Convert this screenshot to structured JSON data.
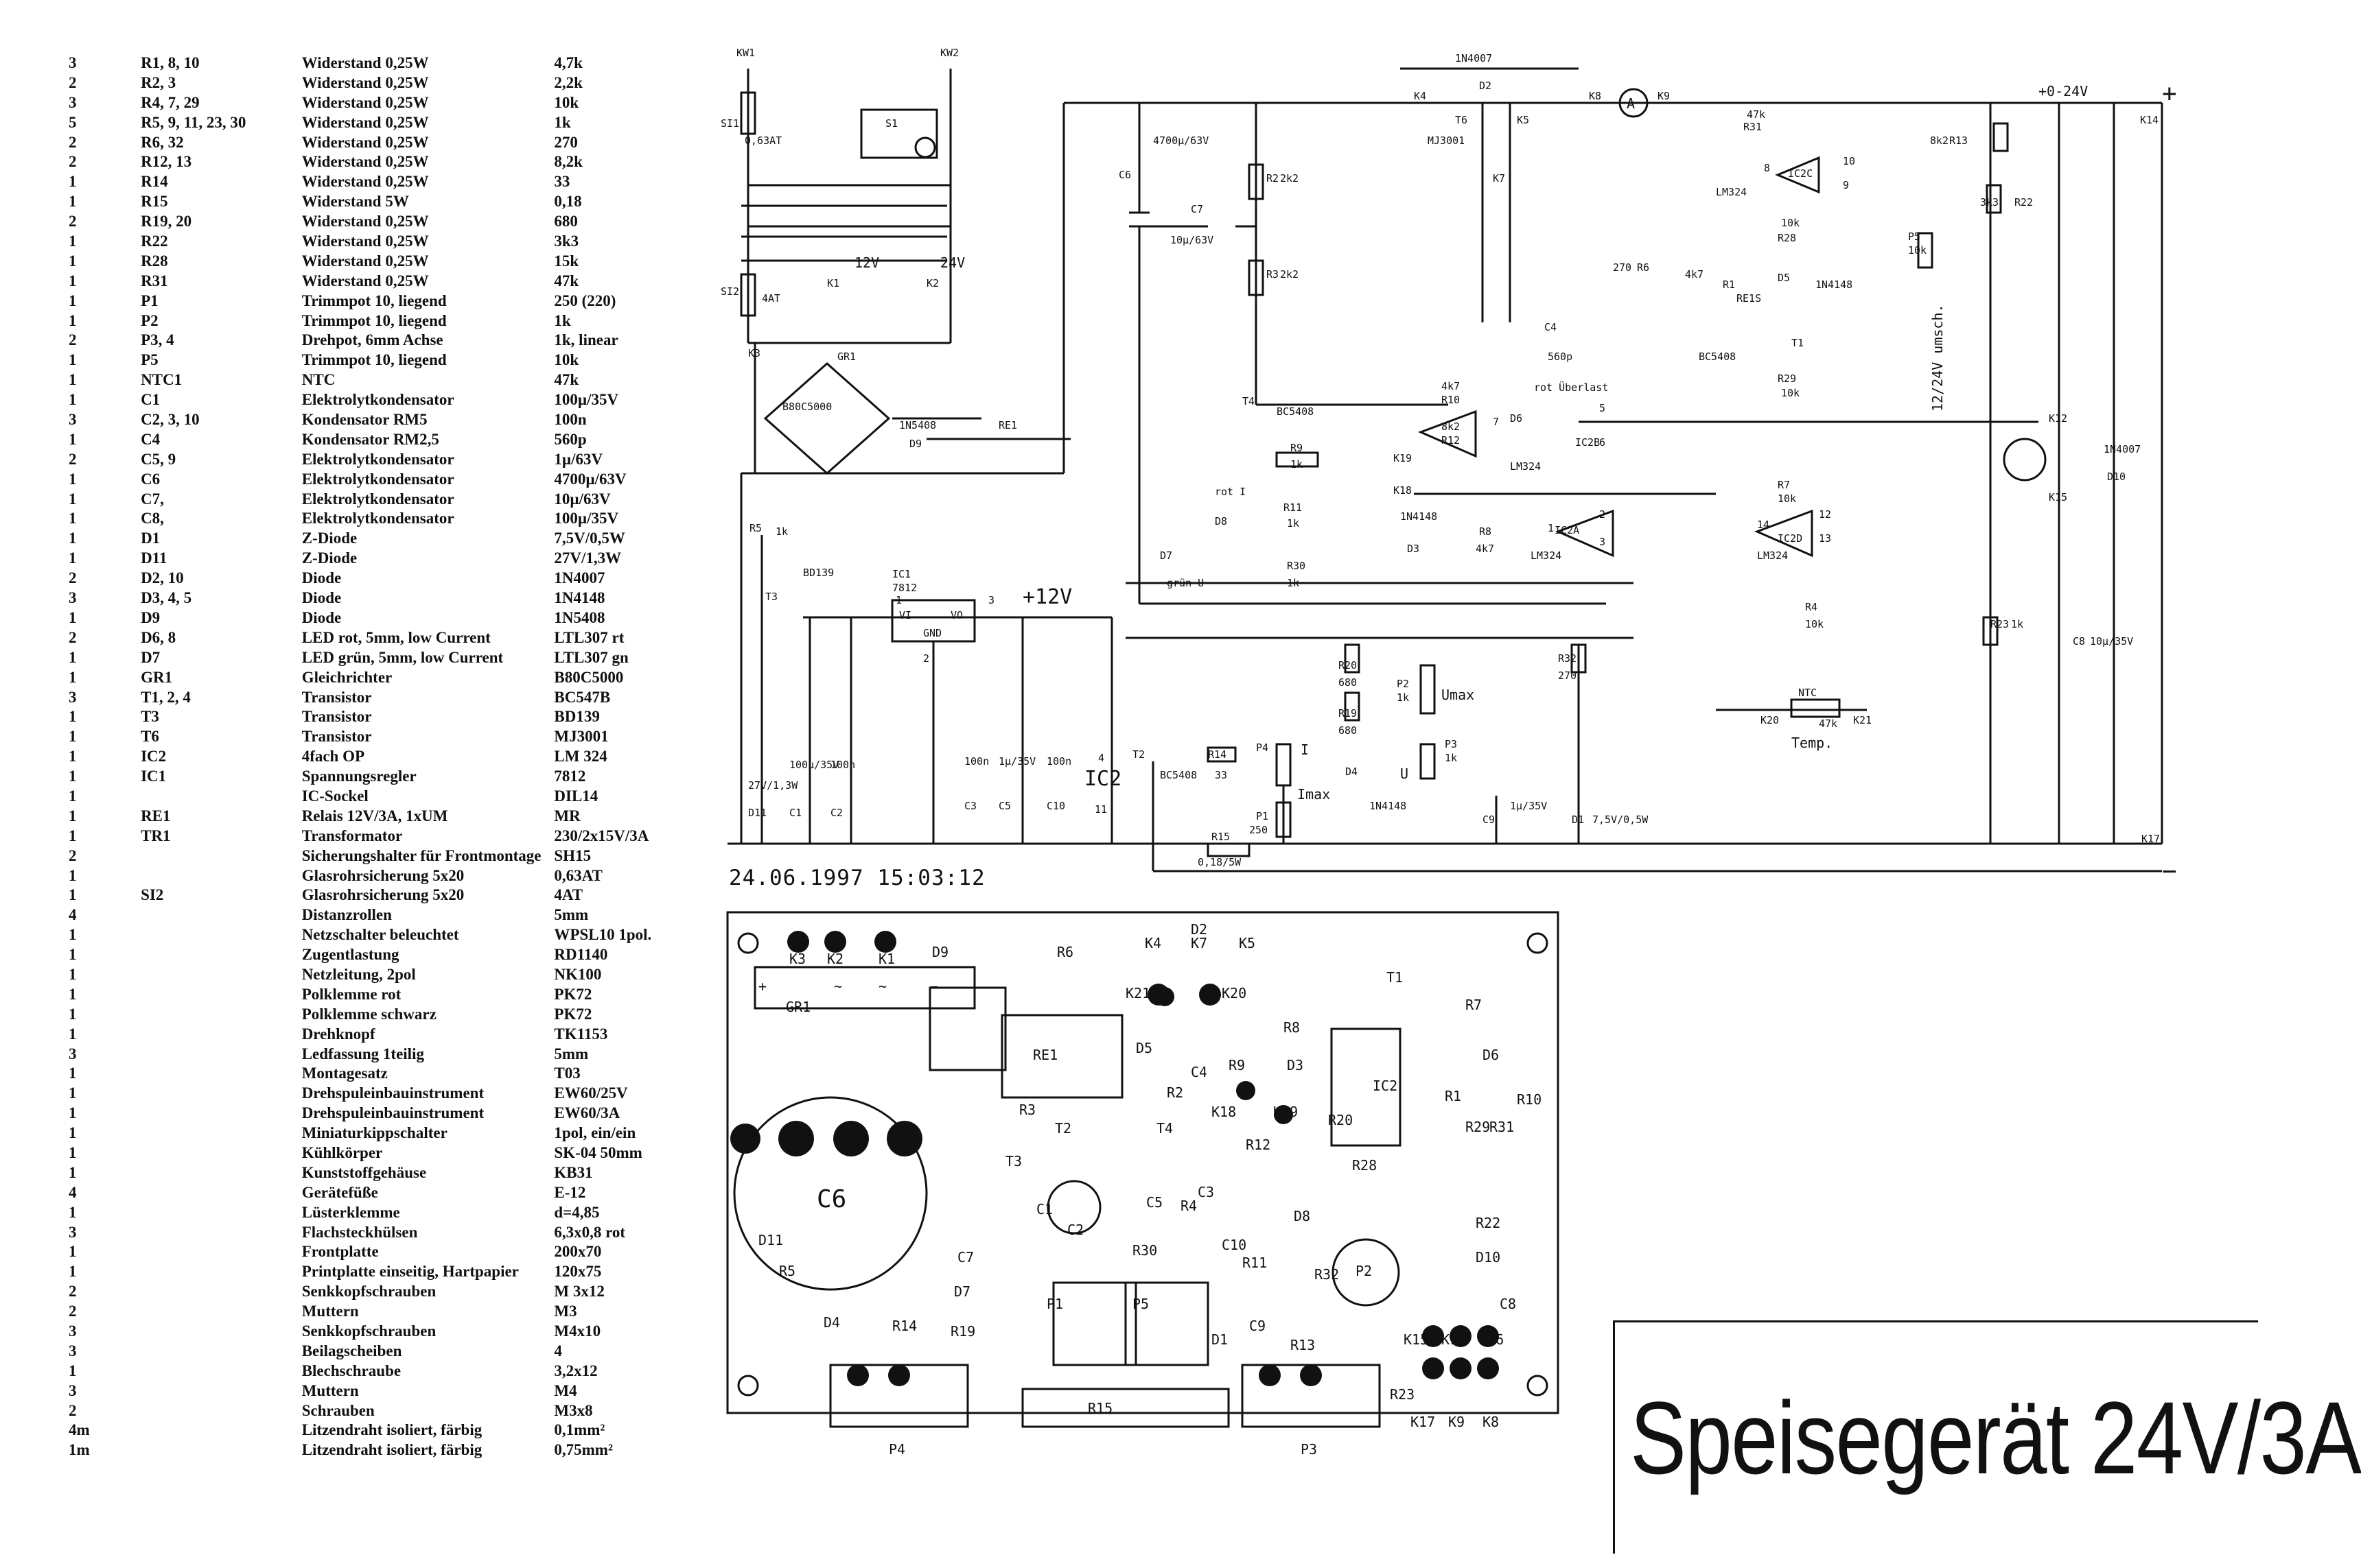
{
  "title": "Speisegerät 24V/3A",
  "timestamp": "24.06.1997 15:03:12",
  "parts_list": [
    {
      "qty": "3",
      "ref": "R1, 8, 10",
      "desc": "Widerstand 0,25W",
      "val": "4,7k"
    },
    {
      "qty": "2",
      "ref": "R2, 3",
      "desc": "Widerstand 0,25W",
      "val": "2,2k"
    },
    {
      "qty": "3",
      "ref": "R4, 7, 29",
      "desc": "Widerstand 0,25W",
      "val": "10k"
    },
    {
      "qty": "5",
      "ref": "R5, 9, 11, 23, 30",
      "desc": "Widerstand 0,25W",
      "val": "1k"
    },
    {
      "qty": "2",
      "ref": "R6, 32",
      "desc": "Widerstand 0,25W",
      "val": "270"
    },
    {
      "qty": "2",
      "ref": "R12, 13",
      "desc": "Widerstand 0,25W",
      "val": "8,2k"
    },
    {
      "qty": "1",
      "ref": "R14",
      "desc": "Widerstand 0,25W",
      "val": "33"
    },
    {
      "qty": "1",
      "ref": "R15",
      "desc": "Widerstand 5W",
      "val": "0,18"
    },
    {
      "qty": "2",
      "ref": "R19, 20",
      "desc": "Widerstand 0,25W",
      "val": "680"
    },
    {
      "qty": "1",
      "ref": "R22",
      "desc": "Widerstand 0,25W",
      "val": "3k3"
    },
    {
      "qty": "1",
      "ref": "R28",
      "desc": "Widerstand 0,25W",
      "val": "15k"
    },
    {
      "qty": "1",
      "ref": "R31",
      "desc": "Widerstand 0,25W",
      "val": "47k"
    },
    {
      "qty": "1",
      "ref": "P1",
      "desc": "Trimmpot 10, liegend",
      "val": "250 (220)"
    },
    {
      "qty": "1",
      "ref": "P2",
      "desc": "Trimmpot 10, liegend",
      "val": "1k"
    },
    {
      "qty": "2",
      "ref": "P3, 4",
      "desc": "Drehpot, 6mm Achse",
      "val": "1k, linear"
    },
    {
      "qty": "1",
      "ref": "P5",
      "desc": "Trimmpot 10, liegend",
      "val": "10k"
    },
    {
      "qty": "1",
      "ref": "NTC1",
      "desc": "NTC",
      "val": "47k"
    },
    {
      "qty": "1",
      "ref": "C1",
      "desc": "Elektrolytkondensator",
      "val": "100µ/35V"
    },
    {
      "qty": "3",
      "ref": "C2, 3, 10",
      "desc": "Kondensator RM5",
      "val": "100n"
    },
    {
      "qty": "1",
      "ref": "C4",
      "desc": "Kondensator RM2,5",
      "val": "560p"
    },
    {
      "qty": "2",
      "ref": "C5, 9",
      "desc": "Elektrolytkondensator",
      "val": "1µ/63V"
    },
    {
      "qty": "1",
      "ref": "C6",
      "desc": "Elektrolytkondensator",
      "val": "4700µ/63V"
    },
    {
      "qty": "1",
      "ref": "C7,",
      "desc": "Elektrolytkondensator",
      "val": "10µ/63V"
    },
    {
      "qty": "1",
      "ref": "C8,",
      "desc": "Elektrolytkondensator",
      "val": "100µ/35V"
    },
    {
      "qty": "1",
      "ref": "D1",
      "desc": "Z-Diode",
      "val": "7,5V/0,5W"
    },
    {
      "qty": "1",
      "ref": "D11",
      "desc": "Z-Diode",
      "val": "27V/1,3W"
    },
    {
      "qty": "2",
      "ref": "D2, 10",
      "desc": "Diode",
      "val": "1N4007"
    },
    {
      "qty": "3",
      "ref": "D3, 4, 5",
      "desc": "Diode",
      "val": "1N4148"
    },
    {
      "qty": "1",
      "ref": "D9",
      "desc": "Diode",
      "val": "1N5408"
    },
    {
      "qty": "2",
      "ref": "D6, 8",
      "desc": "LED rot, 5mm, low Current",
      "val": "LTL307 rt"
    },
    {
      "qty": "1",
      "ref": "D7",
      "desc": "LED grün, 5mm, low Current",
      "val": "LTL307 gn"
    },
    {
      "qty": "1",
      "ref": "GR1",
      "desc": "Gleichrichter",
      "val": "B80C5000"
    },
    {
      "qty": "3",
      "ref": "T1, 2, 4",
      "desc": "Transistor",
      "val": "BC547B"
    },
    {
      "qty": "1",
      "ref": "T3",
      "desc": "Transistor",
      "val": "BD139"
    },
    {
      "qty": "1",
      "ref": "T6",
      "desc": "Transistor",
      "val": "MJ3001"
    },
    {
      "qty": "1",
      "ref": "IC2",
      "desc": "4fach OP",
      "val": "LM 324"
    },
    {
      "qty": "1",
      "ref": "IC1",
      "desc": "Spannungsregler",
      "val": "7812"
    },
    {
      "qty": "1",
      "ref": "",
      "desc": "IC-Sockel",
      "val": "DIL14"
    },
    {
      "qty": "1",
      "ref": "RE1",
      "desc": "Relais 12V/3A, 1xUM",
      "val": "MR"
    },
    {
      "qty": "1",
      "ref": "TR1",
      "desc": "Transformator",
      "val": "230/2x15V/3A"
    },
    {
      "qty": "2",
      "ref": "",
      "desc": "Sicherungshalter für Frontmontage",
      "val": "SH15"
    },
    {
      "qty": "1",
      "ref": "",
      "desc": "Glasrohrsicherung 5x20",
      "val": "0,63AT"
    },
    {
      "qty": "1",
      "ref": "SI2",
      "desc": "Glasrohrsicherung 5x20",
      "val": "4AT"
    },
    {
      "qty": "4",
      "ref": "",
      "desc": "Distanzrollen",
      "val": "5mm"
    },
    {
      "qty": "1",
      "ref": "",
      "desc": "Netzschalter beleuchtet",
      "val": "WPSL10 1pol."
    },
    {
      "qty": "1",
      "ref": "",
      "desc": "Zugentlastung",
      "val": "RD1140"
    },
    {
      "qty": "1",
      "ref": "",
      "desc": "Netzleitung, 2pol",
      "val": "NK100"
    },
    {
      "qty": "1",
      "ref": "",
      "desc": "Polklemme rot",
      "val": "PK72"
    },
    {
      "qty": "1",
      "ref": "",
      "desc": "Polklemme schwarz",
      "val": "PK72"
    },
    {
      "qty": "1",
      "ref": "",
      "desc": "Drehknopf",
      "val": "TK1153"
    },
    {
      "qty": "3",
      "ref": "",
      "desc": "Ledfassung 1teilig",
      "val": "5mm"
    },
    {
      "qty": "1",
      "ref": "",
      "desc": "Montagesatz",
      "val": "T03"
    },
    {
      "qty": "1",
      "ref": "",
      "desc": "Drehspuleinbauinstrument",
      "val": "EW60/25V"
    },
    {
      "qty": "1",
      "ref": "",
      "desc": "Drehspuleinbauinstrument",
      "val": "EW60/3A"
    },
    {
      "qty": "1",
      "ref": "",
      "desc": "Miniaturkippschalter",
      "val": "1pol, ein/ein"
    },
    {
      "qty": "1",
      "ref": "",
      "desc": "Kühlkörper",
      "val": "SK-04 50mm"
    },
    {
      "qty": "1",
      "ref": "",
      "desc": "Kunststoffgehäuse",
      "val": "KB31"
    },
    {
      "qty": "4",
      "ref": "",
      "desc": "Gerätefüße",
      "val": "E-12"
    },
    {
      "qty": "1",
      "ref": "",
      "desc": "Lüsterklemme",
      "val": "d=4,85"
    },
    {
      "qty": "3",
      "ref": "",
      "desc": "Flachsteckhülsen",
      "val": "6,3x0,8 rot"
    },
    {
      "qty": "1",
      "ref": "",
      "desc": "Frontplatte",
      "val": "200x70"
    },
    {
      "qty": "1",
      "ref": "",
      "desc": "Printplatte einseitig, Hartpapier",
      "val": "120x75"
    },
    {
      "qty": "2",
      "ref": "",
      "desc": "Senkkopfschrauben",
      "val": "M 3x12"
    },
    {
      "qty": "2",
      "ref": "",
      "desc": "Muttern",
      "val": "M3"
    },
    {
      "qty": "3",
      "ref": "",
      "desc": "Senkkopfschrauben",
      "val": "M4x10"
    },
    {
      "qty": "3",
      "ref": "",
      "desc": "Beilagscheiben",
      "val": "4"
    },
    {
      "qty": "1",
      "ref": "",
      "desc": "Blechschraube",
      "val": "3,2x12"
    },
    {
      "qty": "3",
      "ref": "",
      "desc": "Muttern",
      "val": "M4"
    },
    {
      "qty": "2",
      "ref": "",
      "desc": "Schrauben",
      "val": "M3x8"
    },
    {
      "qty": "4m",
      "ref": "",
      "desc": "Litzendraht isoliert, färbig",
      "val": "0,1mm²"
    },
    {
      "qty": "1m",
      "ref": "",
      "desc": "Litzendraht isoliert, färbig",
      "val": "0,75mm²"
    }
  ],
  "schematic_labels": {
    "kw1": "KW1",
    "kw2": "KW2",
    "si1": "SI1",
    "si1v": "0,63AT",
    "s1": "S1",
    "si2": "SI2",
    "si2v": "4AT",
    "k1": "K1",
    "k2": "K2",
    "k3": "K3",
    "v12": "12V",
    "v24": "24V",
    "gr1": "GR1",
    "gr1v": "B80C5000",
    "d9": "D9",
    "d9v": "1N5408",
    "re1": "RE1",
    "k4": "K4",
    "k5": "K5",
    "t6": "T6",
    "t6v": "MJ3001",
    "d2": "D2",
    "d2v": "1N4007",
    "k7": "K7",
    "k8": "K8",
    "k9": "K9",
    "amm": "A",
    "vout": "+0-24V",
    "plus": "+",
    "minus": "−",
    "k14": "K14",
    "k17": "K17",
    "c6": "C6",
    "c6v": "4700µ/63V",
    "c7": "C7",
    "c7v": "10µ/63V",
    "r2": "R2",
    "r2v": "2k2",
    "r3": "R3",
    "r3v": "2k2",
    "r31": "R31",
    "r31v": "47k",
    "ic2c": "IC2C",
    "lm324": "LM324",
    "r28": "R28",
    "r28v": "10k",
    "re1s": "RE1S",
    "d5": "D5",
    "d5v": "1N4148",
    "t1": "T1",
    "t1v": "BC5408",
    "r29": "R29",
    "r29v": "10k",
    "r1": "R1",
    "r1v": "4k7",
    "r6": "R6",
    "r6v": "270",
    "r13": "R13",
    "r13v": "8k2",
    "r22": "R22",
    "r22v": "3k3",
    "p5": "P5",
    "p5v": "10k",
    "umsch": "12/24V umsch.",
    "c4": "C4",
    "c4v": "560p",
    "t4": "T4",
    "t4v": "BC5408",
    "r10": "R10",
    "r10v": "4k7",
    "ueb": "rot Überlast",
    "d6": "D6",
    "ic2b": "IC2B",
    "r12": "R12",
    "r12v": "8k2",
    "r9": "R9",
    "r9v": "1k",
    "k18": "K18",
    "k19": "K19",
    "d8": "D8",
    "roti": "rot I",
    "r11": "R11",
    "r11v": "1k",
    "d3": "D3",
    "d3v": "1N4148",
    "r8": "R8",
    "r8v": "4k7",
    "ic2a": "IC2A",
    "r7": "R7",
    "r7v": "10k",
    "ic2d": "IC2D",
    "d7": "D7",
    "grunu": "grün U",
    "r30": "R30",
    "r30v": "1k",
    "k12": "K12",
    "k15": "K15",
    "d10": "D10",
    "d10v": "1N4007",
    "r4": "R4",
    "r4v": "10k",
    "r5": "R5",
    "r5v": "1k",
    "t3": "T3",
    "t3v": "BD139",
    "ic1": "IC1",
    "ic1v": "7812",
    "vi": "VI",
    "vo": "VO",
    "gnd": "GND",
    "v12b": "+12V",
    "r20": "R20",
    "r20v": "680",
    "r19": "R19",
    "r19v": "680",
    "r32": "R32",
    "r32v": "270",
    "p2": "P2",
    "p2v": "1k",
    "umax": "Umax",
    "r23": "R23",
    "r23v": "1k",
    "c8": "C8",
    "c8v": "10µ/35V",
    "ntc": "NTC",
    "ntcv": "47k",
    "k20": "K20",
    "k21": "K21",
    "temp": "Temp.",
    "d11": "D11",
    "d11v": "27V/1,3W",
    "c1": "C1",
    "c1v": "100µ/35V",
    "c2": "C2",
    "c2v": "100n",
    "c3": "C3",
    "c3v": "100n",
    "c5": "C5",
    "c5v": "1µ/35V",
    "c10": "C10",
    "c10v": "100n",
    "ic2": "IC2",
    "t2": "T2",
    "t2v": "BC5408",
    "r14": "R14",
    "r14v": "33",
    "p4": "P4",
    "i": "I",
    "imax": "Imax",
    "p1": "P1",
    "p1v": "250",
    "d4": "D4",
    "d4v": "1N4148",
    "p3": "P3",
    "p3v": "1k",
    "u": "U",
    "c9": "C9",
    "c9v": "1µ/35V",
    "d1": "D1",
    "d1v": "7,5V/0,5W",
    "r15": "R15",
    "r15v": "0,18/5W",
    "pin4": "4",
    "pin11": "11",
    "pin1": "1",
    "pin2": "2",
    "pin3": "3",
    "pin5": "5",
    "pin6": "6",
    "pin7": "7",
    "pin8": "8",
    "pin9": "9",
    "pin10": "10",
    "pin12": "12",
    "pin13": "13",
    "pin14": "14",
    "pin1b": "1",
    "pin3b": "3",
    "pin2b": "2"
  },
  "pcb_labels": {
    "k3": "K3",
    "k2": "K2",
    "k1": "K1",
    "d9": "D9",
    "r6": "R6",
    "d2": "D2",
    "k4": "K4",
    "k7": "K7",
    "k5": "K5",
    "gr1": "GR1",
    "plus": "+",
    "tilde1": "~",
    "tilde2": "~",
    "minus": "−",
    "k21": "K21",
    "k20": "K20",
    "t1": "T1",
    "re1": "RE1",
    "d5": "D5",
    "c4": "C4",
    "r9": "R9",
    "r8": "R8",
    "d3": "D3",
    "r7": "R7",
    "d6": "D6",
    "r3": "R3",
    "r2": "R2",
    "t2": "T2",
    "t4": "T4",
    "k18": "K18",
    "k19": "K19",
    "ic2": "IC2",
    "r20": "R20",
    "r1": "R1",
    "r29": "R29",
    "r31": "R31",
    "r10": "R10",
    "c6": "C6",
    "t3": "T3",
    "c1": "C1",
    "c2": "C2",
    "c5": "C5",
    "r4": "R4",
    "c3": "C3",
    "r12": "R12",
    "r28": "R28",
    "d8": "D8",
    "c7": "C7",
    "d11": "D11",
    "r5": "R5",
    "r30": "R30",
    "c10": "C10",
    "r11": "R11",
    "r32": "R32",
    "p2": "P2",
    "r22": "R22",
    "d10": "D10",
    "c8": "C8",
    "d7": "D7",
    "p1": "P1",
    "p5": "P5",
    "d4": "D4",
    "r14": "R14",
    "r19": "R19",
    "d1": "D1",
    "c9": "C9",
    "r13": "R13",
    "k15": "K15",
    "k12": "K12",
    "k16": "K16",
    "r23": "R23",
    "k17": "K17",
    "k9": "K9",
    "k8": "K8",
    "r15": "R15",
    "p4": "P4",
    "p3": "P3"
  }
}
